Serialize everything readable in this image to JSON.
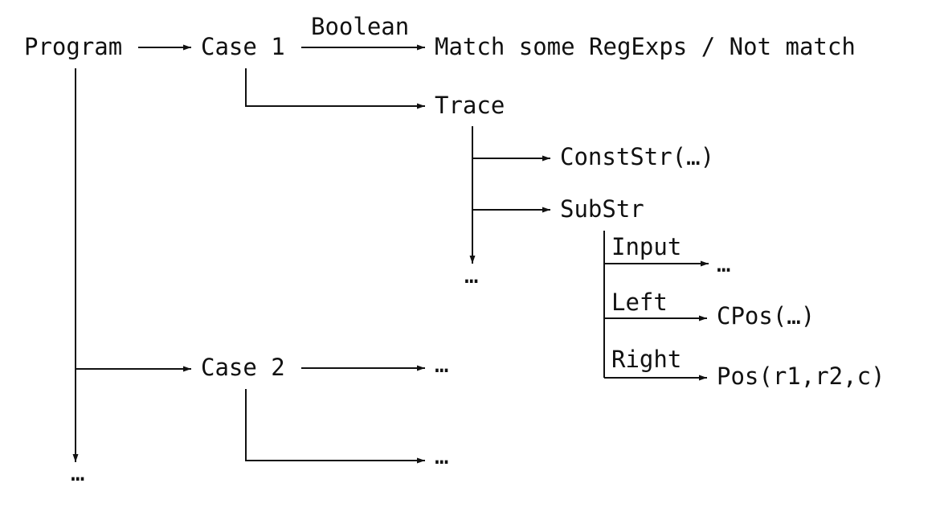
{
  "nodes": {
    "program": "Program",
    "case1": "Case 1",
    "match": "Match some RegExps / Not match",
    "trace": "Trace",
    "conststr": "ConstStr(…)",
    "substr": "SubStr",
    "trace_more": "…",
    "input_target": "…",
    "cpos": "CPos(…)",
    "pos": "Pos(r1,r2,c)",
    "case2": "Case 2",
    "case2_target1": "…",
    "case2_target2": "…",
    "program_more": "…"
  },
  "edge_labels": {
    "boolean": "Boolean",
    "input": "Input",
    "left": "Left",
    "right": "Right"
  },
  "colors": {
    "ink": "#111111",
    "background": "#ffffff"
  }
}
